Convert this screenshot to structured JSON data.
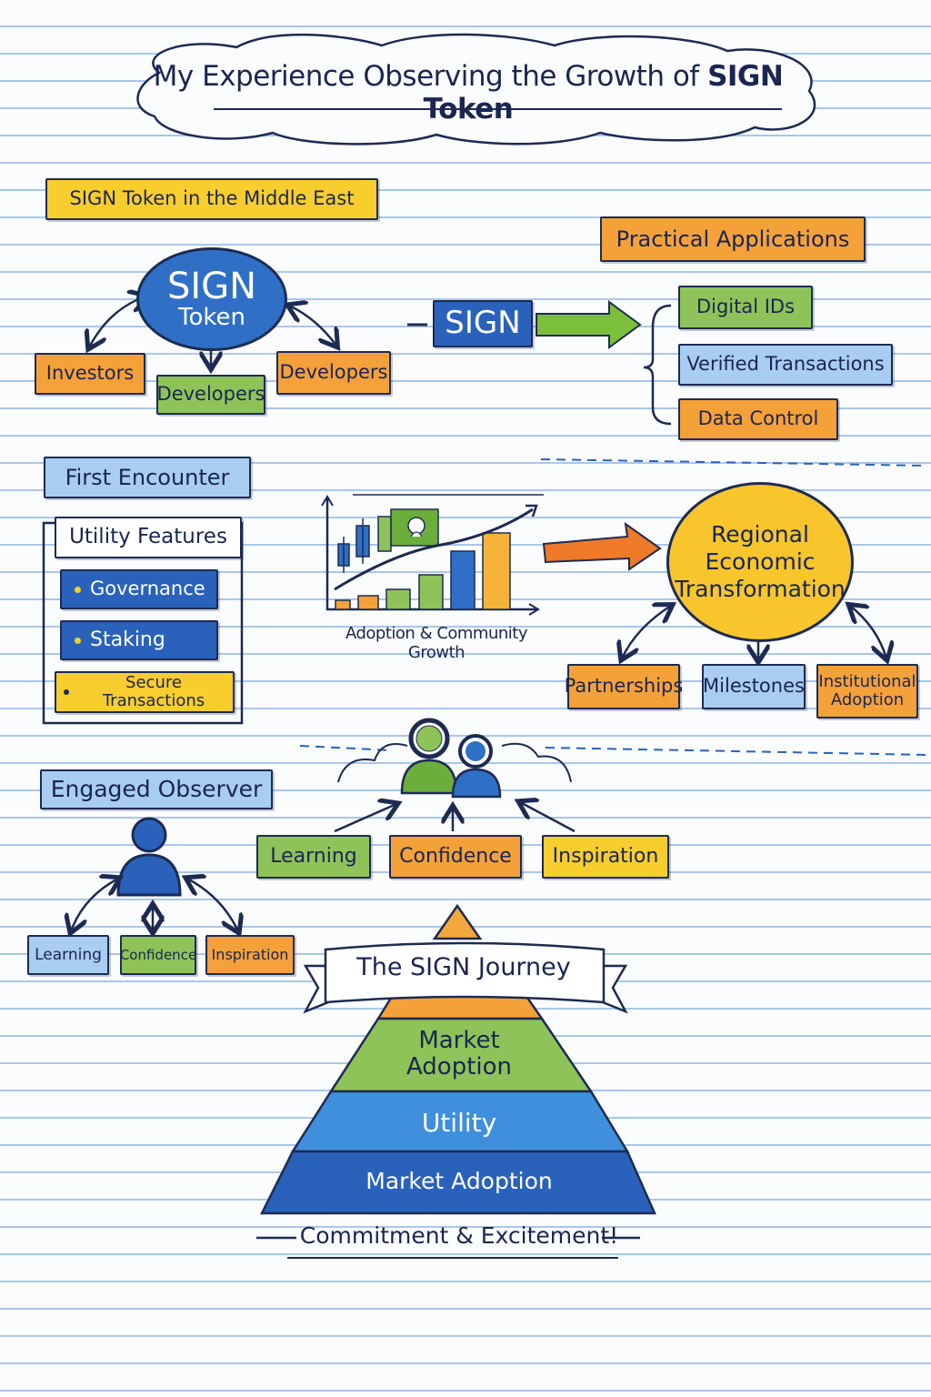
{
  "title": {
    "prefix": "My Experience Observing the Growth of ",
    "bold": "SIGN Token"
  },
  "section_middle_east": "SIGN Token in the Middle East",
  "sign_node": {
    "big": "SIGN",
    "small": "Token"
  },
  "sign_children": [
    "Investors",
    "Developers",
    "Developers"
  ],
  "sign_center": "SIGN",
  "practical": {
    "header": "Practical Applications",
    "items": [
      "Digital IDs",
      "Verified Transactions",
      "Data Control"
    ]
  },
  "first_encounter": "First Encounter",
  "utility": {
    "header": "Utility Features",
    "items": [
      "Governance",
      "Staking",
      "Secure Transactions"
    ]
  },
  "growth_caption": "Adoption & Community Growth",
  "region": {
    "title": "Regional Economic Transformation",
    "children": [
      "Partnerships",
      "Milestones",
      "Institutional Adoption"
    ]
  },
  "engaged": {
    "header": "Engaged Observer",
    "children": [
      "Learning",
      "Confidence",
      "Inspiration"
    ]
  },
  "community_children": [
    "Learning",
    "Confidence",
    "Inspiration"
  ],
  "journey": {
    "banner": "The SIGN Journey",
    "levels": [
      "Market Adoption",
      "Utility",
      "Market Adoption"
    ]
  },
  "footer": "Commitment & Excitement!",
  "colors": {
    "navy": "#1d2b52",
    "blue": "#2f6fc6",
    "yellow": "#f8cd2e",
    "orange": "#f5a13a",
    "green": "#8ec35a",
    "light_blue": "#a8cdf1"
  }
}
